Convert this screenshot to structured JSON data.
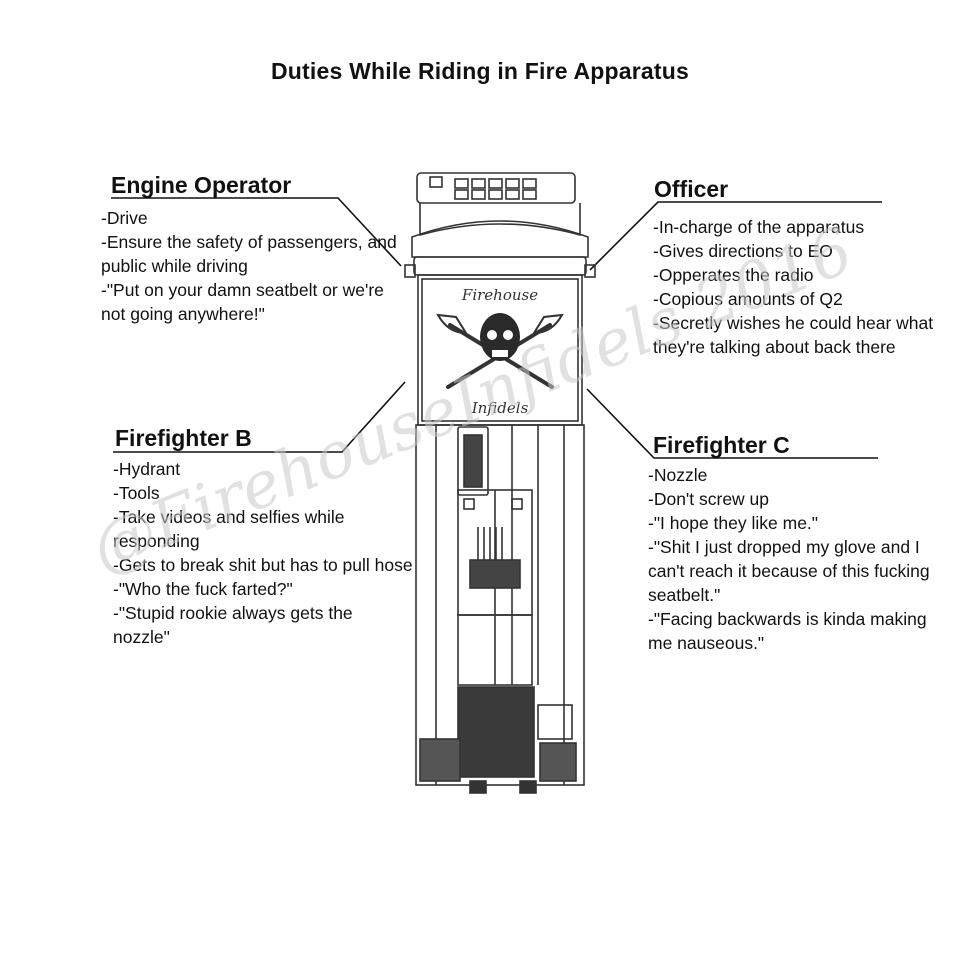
{
  "title": "Duties While Riding in Fire Apparatus",
  "roles": {
    "engine_operator": {
      "heading": "Engine Operator",
      "duties": [
        "-Drive",
        "-Ensure the safety of passengers, and public while driving",
        "-\"Put on your damn seatbelt or we're not going anywhere!\""
      ]
    },
    "officer": {
      "heading": "Officer",
      "duties": [
        "-In-charge of the apparatus",
        "-Gives directions to EO",
        "-Opperates the radio",
        "-Copious amounts of Q2",
        "-Secretly wishes he could hear what they're talking about back there"
      ]
    },
    "firefighter_b": {
      "heading": "Firefighter B",
      "duties": [
        "-Hydrant",
        "-Tools",
        "-Take videos and selfies while responding",
        "-Gets to break shit but has to pull hose",
        "-\"Who the fuck farted?\"",
        "-\"Stupid rookie always gets the nozzle\""
      ]
    },
    "firefighter_c": {
      "heading": "Firefighter C",
      "duties": [
        "-Nozzle",
        "-Don't screw up",
        "-\"I hope they like me.\"",
        "-\"Shit I just dropped my glove and I can't reach it because of this fucking seatbelt.\"",
        "-\"Facing backwards is kinda making me nauseous.\""
      ]
    }
  },
  "logo": {
    "top_text": "Firehouse",
    "bottom_text": "Infidels"
  },
  "watermark": "@FirehouseInfidels 2016",
  "colors": {
    "text": "#111111",
    "line": "#111111",
    "drawing": "#333333",
    "watermark": "#c8c8c8"
  }
}
